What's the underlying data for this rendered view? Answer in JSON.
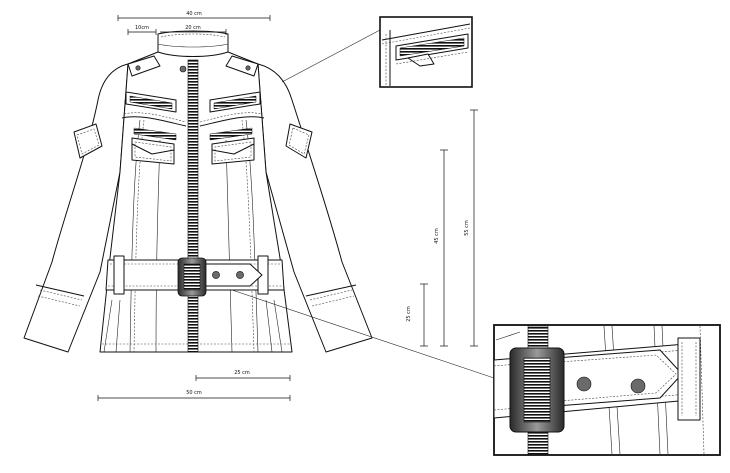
{
  "measurements": {
    "chest_width": "40 cm",
    "shoulder_width": "10cm",
    "collar_width": "20 cm",
    "body_length": "55 cm",
    "waist_to_hem": "45 cm",
    "belt_to_hem": "25 cm",
    "hem_half": "25 cm",
    "hem_width": "50 cm"
  },
  "colors": {
    "outline": "#111111",
    "stitch": "#444444",
    "fill": "#ffffff",
    "hardware": "#6a6a6a"
  },
  "callouts": [
    "chest-pocket-zipper-detail",
    "belt-buckle-detail"
  ]
}
